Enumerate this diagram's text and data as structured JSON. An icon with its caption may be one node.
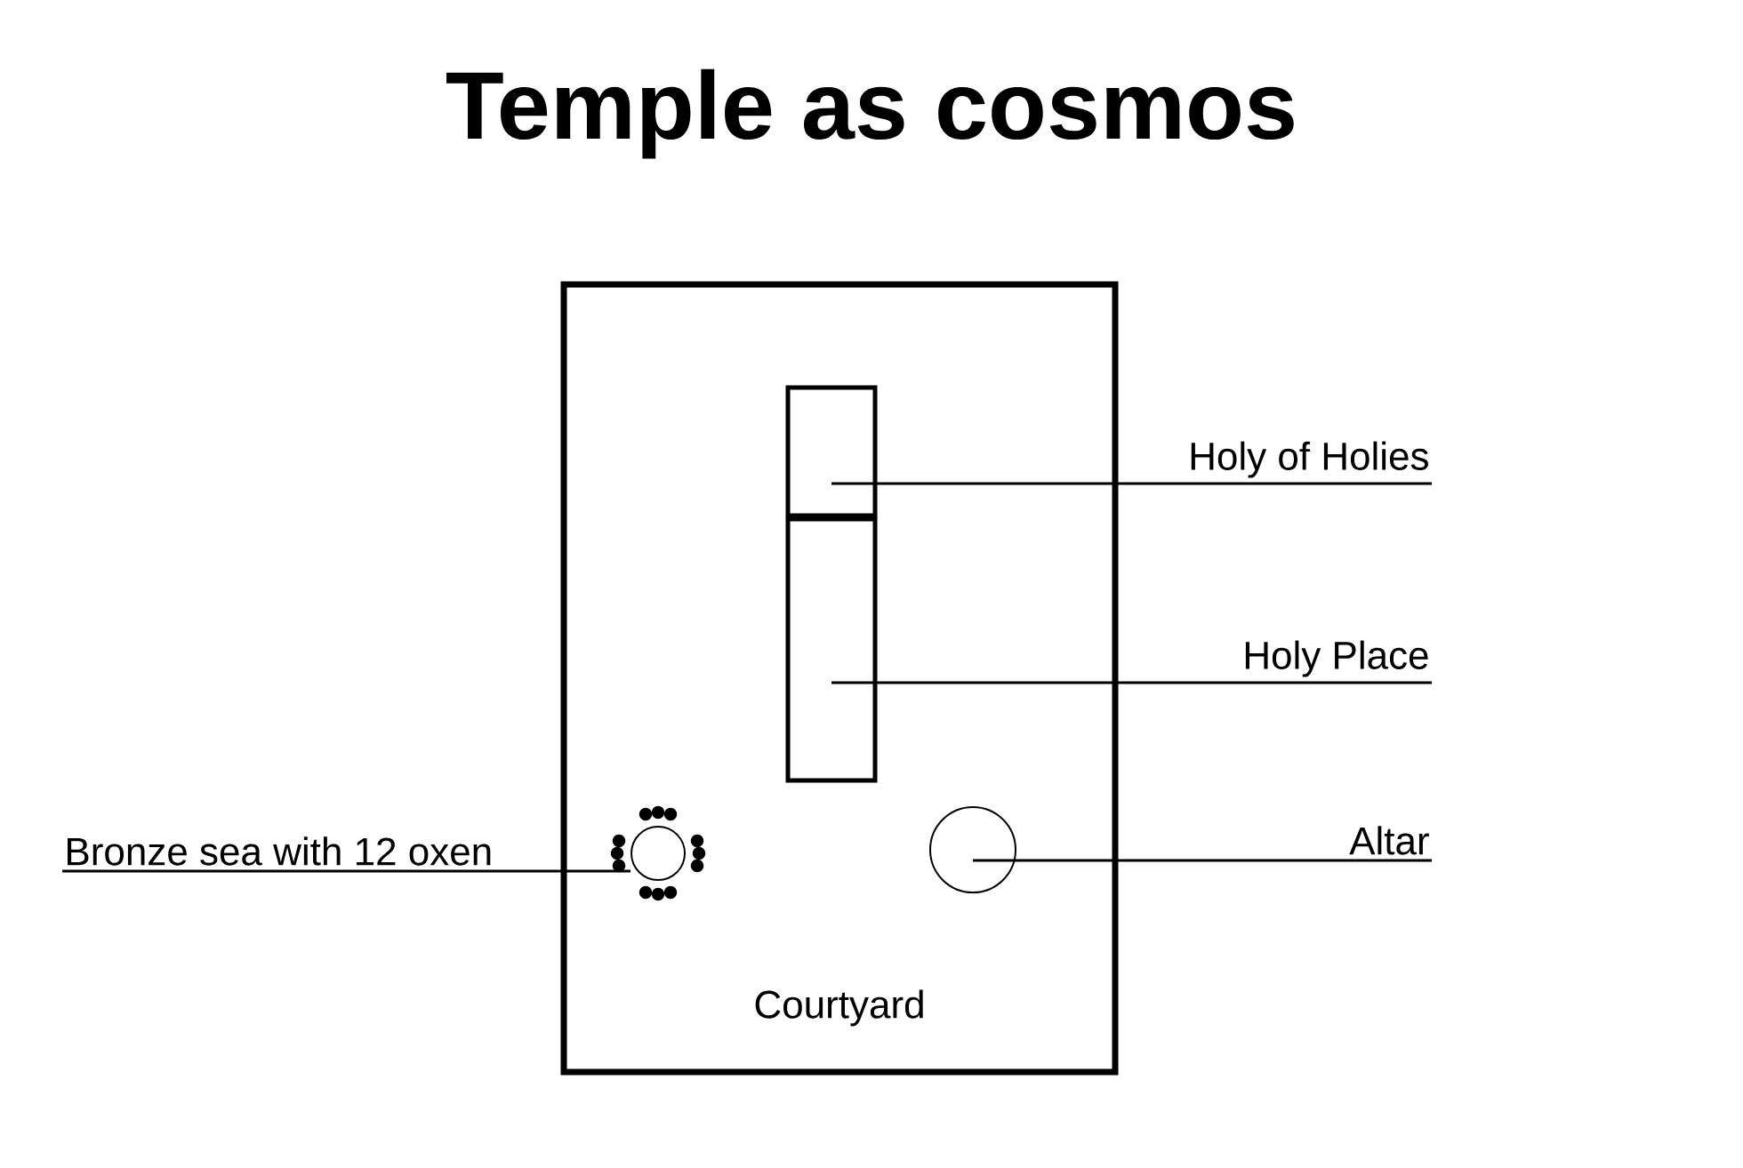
{
  "diagram": {
    "title": "Temple as cosmos",
    "nodes": [
      {
        "text": [
          "Courtyard"
        ]
      },
      {
        "text": [],
        "shape": "box",
        "in": 0
      },
      {
        "text": [],
        "shape": "box",
        "in": 0
      },
      {
        "text": [],
        "shape": "circle",
        "in": 0
      },
      {
        "text": [],
        "shape": "circle",
        "in": 0
      },
      {
        "text": [
          "Holy of Holies"
        ]
      },
      {
        "text": [
          "Holy Place"
        ]
      },
      {
        "text": [
          "Altar"
        ]
      },
      {
        "text": [
          "Bronze sea with 12 oxen"
        ]
      }
    ],
    "edges": [
      {
        "from": 5,
        "to": 1,
        "arrow": "none"
      },
      {
        "from": 6,
        "to": 2,
        "arrow": "none"
      },
      {
        "from": 7,
        "to": 4,
        "arrow": "none"
      },
      {
        "from": 8,
        "to": 3,
        "arrow": "none"
      }
    ]
  }
}
